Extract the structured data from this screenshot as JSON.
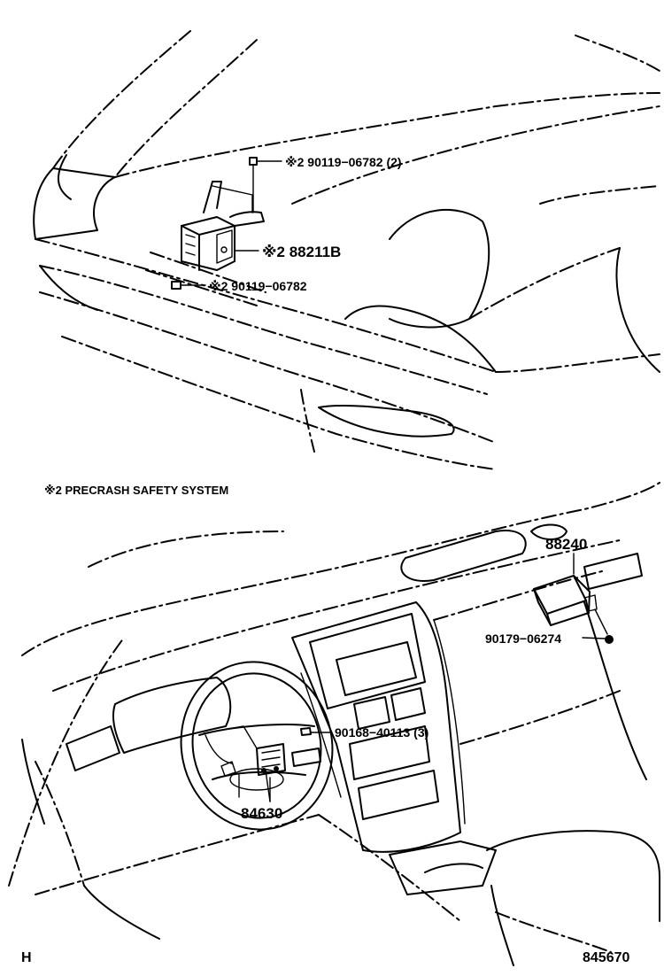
{
  "labels": {
    "bolt_top": "※2  90119−06782 (2)",
    "sensor": "※2 88211B",
    "bolt_bottom": "※2  90119−06782",
    "note": "※2 PRECRASH SAFETY SYSTEM",
    "module": "88240",
    "module_bolt": "90179−06274",
    "screw": "90168−40113 (3)",
    "switch": "84630",
    "corner_left": "H",
    "corner_right": "845670"
  }
}
